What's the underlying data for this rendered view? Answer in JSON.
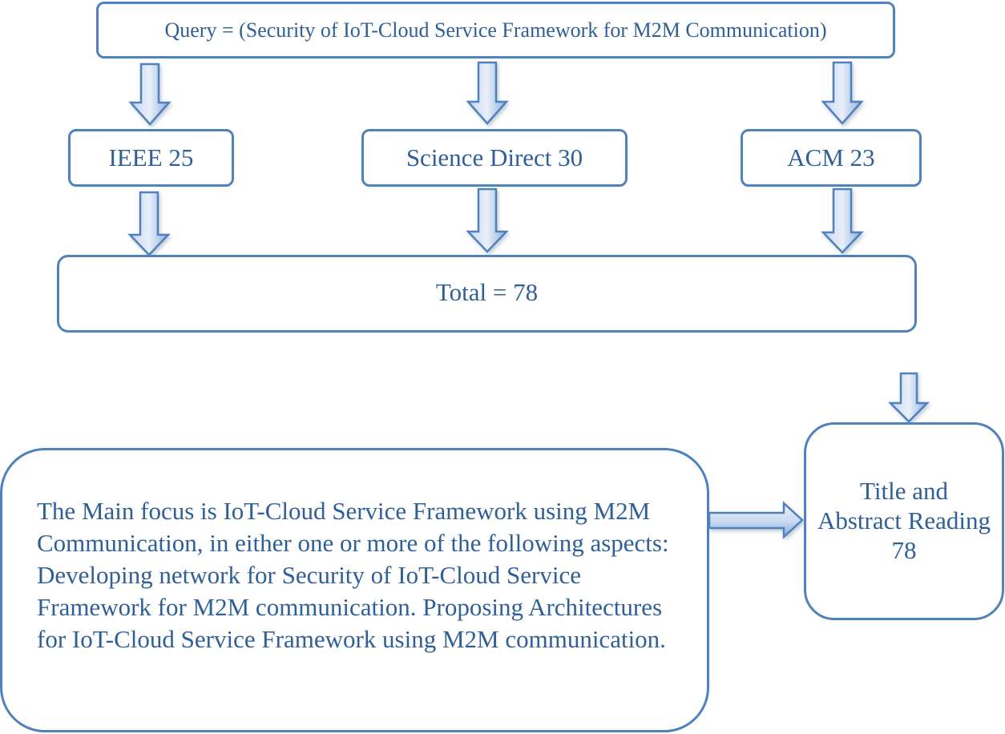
{
  "query": {
    "text": "Query = (Security of IoT-Cloud Service Framework for M2M Communication)"
  },
  "sources": [
    {
      "label": "IEEE 25"
    },
    {
      "label": "Science Direct 30"
    },
    {
      "label": "ACM 23"
    }
  ],
  "total": {
    "label": "Total = 78"
  },
  "reading": {
    "label": "Title and Abstract Reading 78"
  },
  "focus": {
    "text": "The Main focus is IoT-Cloud Service Framework using M2M Communication, in either one or more of the following aspects: Developing network for Security of IoT-Cloud Service Framework for M2M communication. Proposing Architectures for IoT-Cloud Service Framework using M2M communication."
  },
  "colors": {
    "border": "#4f81bd",
    "text": "#2f5f97",
    "arrow_fill_light": "#e3ebf7",
    "arrow_fill_dark": "#7ea1d4"
  }
}
